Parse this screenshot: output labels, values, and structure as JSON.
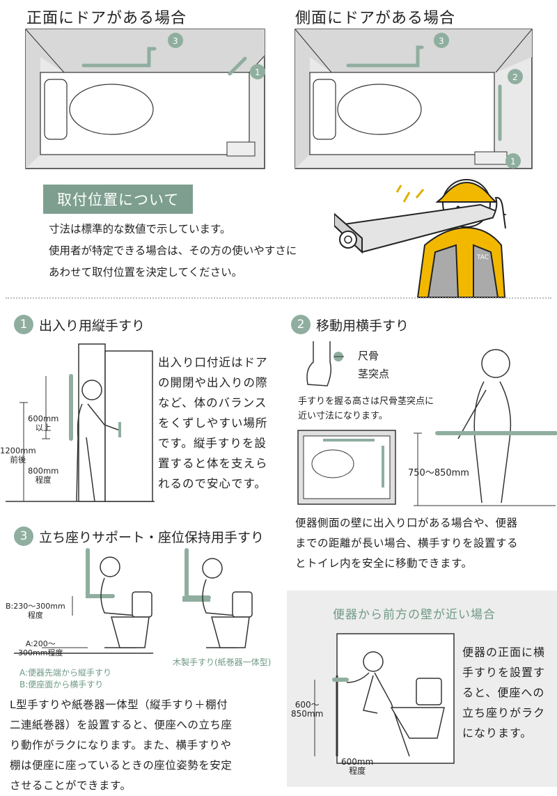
{
  "top": {
    "front_title": "正面にドアがある場合",
    "side_title": "側面にドアがある場合",
    "markers": [
      "1",
      "2",
      "3"
    ]
  },
  "mounting": {
    "badge": "取付位置について",
    "lines": [
      "寸法は標準的な数値で示しています。",
      "使用者が特定できる場合は、その方の使いやすさに",
      "あわせて取付位置を決定してください。"
    ],
    "character_vest": "TAC"
  },
  "sec1": {
    "num": "1",
    "title": "出入り用縦手すり",
    "dim_upper": [
      "600mm",
      "以上"
    ],
    "dim_total": [
      "1200mm",
      "前後"
    ],
    "dim_lower": [
      "800mm",
      "程度"
    ],
    "text": [
      "出入り口付近はドア",
      "の開閉や出入りの際",
      "など、体のバランス",
      "をくずしやすい場所",
      "です。縦手すりを設",
      "置すると体を支えら",
      "れるので安心です。"
    ]
  },
  "sec2": {
    "num": "2",
    "title": "移動用横手すり",
    "bone_label": [
      "尺骨",
      "茎突点"
    ],
    "note": [
      "手すりを握る高さは尺骨茎突点に",
      "近い寸法になります。"
    ],
    "height": "750～850mm",
    "text": [
      "便器側面の壁に出入り口がある場合や、便器",
      "までの距離が長い場合、横手すりを設置する",
      "とトイレ内を安全に移動できます。"
    ]
  },
  "sec3": {
    "num": "3",
    "title": "立ち座りサポート・座位保持用手すり",
    "dim_b": [
      "B:230～300mm",
      "程度"
    ],
    "dim_a": [
      "A:200～",
      "300mm程度"
    ],
    "legend_a": "A:便器先端から縦手すり",
    "legend_b": "B:便座面から横手すり",
    "wood_label": "木製手すり(紙巻器一体型)",
    "text": [
      "L型手すりや紙巻器一体型（縦手すり＋棚付",
      "二連紙巻器）を設置すると、便座への立ち座",
      "り動作がラクになります。また、横手すりや",
      "棚は便座に座っているときの座位姿勢を安定",
      "させることができます。"
    ]
  },
  "front_wall": {
    "title": "便器から前方の壁が近い場合",
    "height": [
      "600～",
      "850mm"
    ],
    "distance": [
      "600mm",
      "程度"
    ],
    "text": [
      "便器の正面に横",
      "手すりを設置す",
      "ると、便座への",
      "立ち座りがラク",
      "になります。"
    ]
  },
  "colors": {
    "accent": "#7e9f90",
    "rail": "#8fae9f",
    "panel": "#ededed",
    "line": "#333333"
  }
}
